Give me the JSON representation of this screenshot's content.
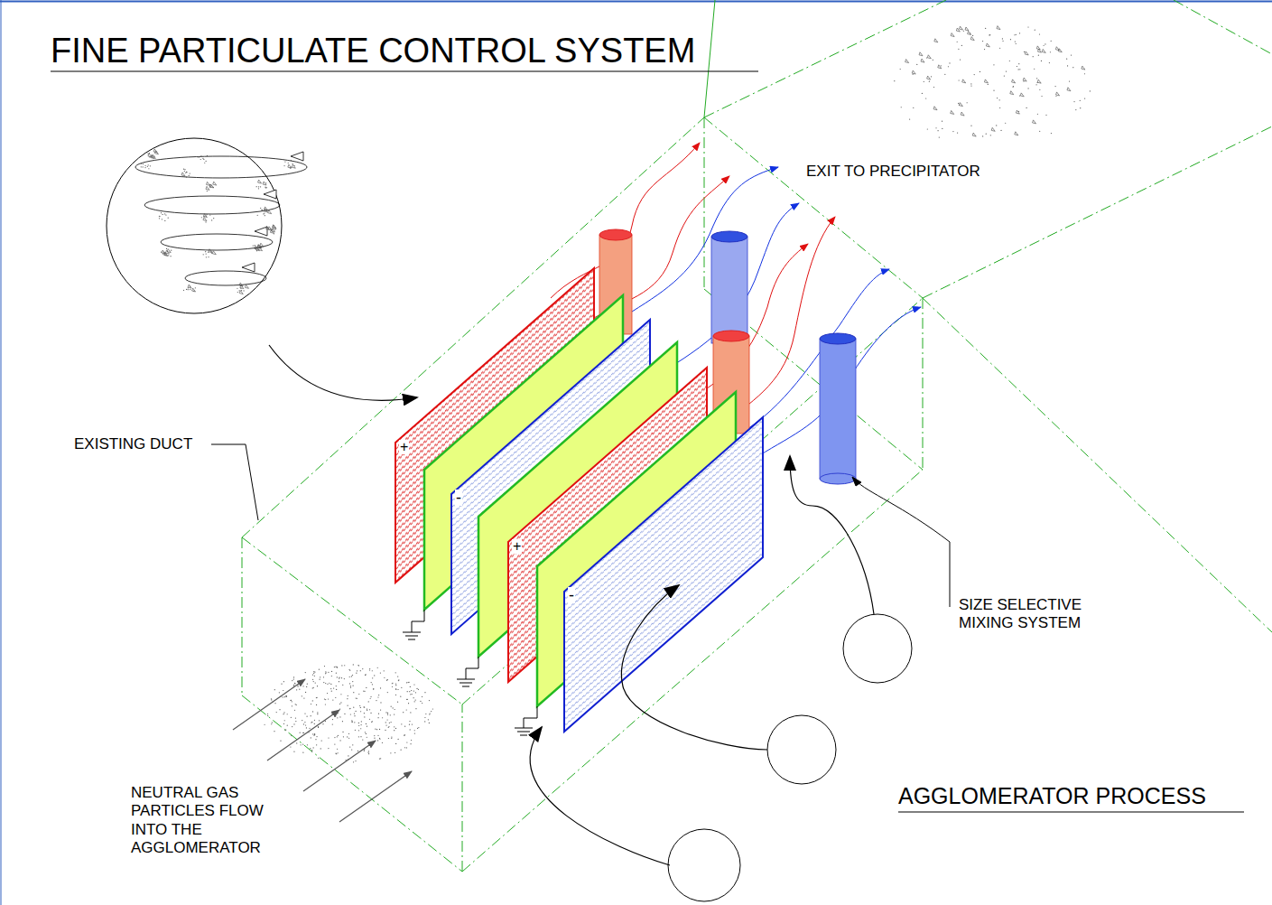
{
  "diagram": {
    "title": "FINE PARTICULATE CONTROL SYSTEM",
    "labels": [
      "EXIT TO PRECIPITATOR",
      "EXISTING DUCT",
      "SIZE SELECTIVE MIXING SYSTEM",
      "NEUTRAL GAS PARTICLES FLOW INTO THE AGGLOMERATOR",
      "AGGLOMERATOR PROCESS",
      "+",
      "-",
      "+",
      "-"
    ]
  }
}
